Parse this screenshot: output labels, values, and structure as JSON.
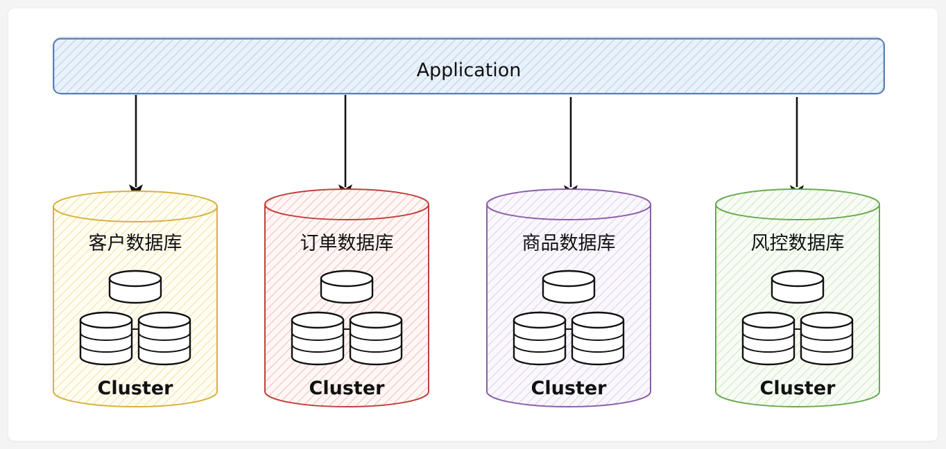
{
  "application": {
    "label": "Application",
    "fill_color": "#dbe8f5",
    "stroke_color": "#5b7fb5"
  },
  "databases": [
    {
      "title": "客户数据库",
      "cluster_label": "Cluster",
      "stroke_color": "#d6b23f",
      "hatch_color": "#f2e3a6"
    },
    {
      "title": "订单数据库",
      "cluster_label": "Cluster",
      "stroke_color": "#c0403b",
      "hatch_color": "#efb9b5"
    },
    {
      "title": "商品数据库",
      "cluster_label": "Cluster",
      "stroke_color": "#8a5fa8",
      "hatch_color": "#d6c5e6"
    },
    {
      "title": "风控数据库",
      "cluster_label": "Cluster",
      "stroke_color": "#6aa84f",
      "hatch_color": "#c9e6b8"
    }
  ]
}
